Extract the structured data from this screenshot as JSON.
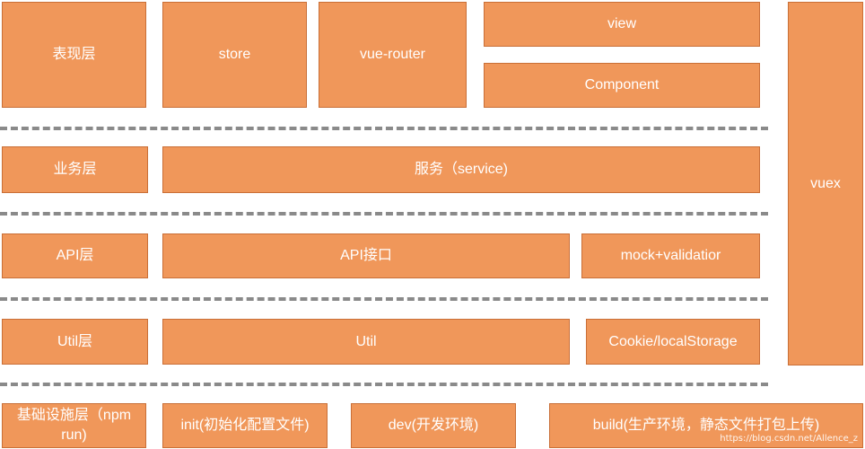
{
  "layers": {
    "presentation": "表现层",
    "business": "业务层",
    "api": "API层",
    "util": "Util层",
    "infra": "基础设施层（npm run)"
  },
  "presentation": {
    "store": "store",
    "router": "vue-router",
    "view": "view",
    "component": "Component"
  },
  "business": {
    "service": "服务（service)"
  },
  "api": {
    "interface": "API接口",
    "mock": "mock+validatior"
  },
  "util": {
    "util": "Util",
    "storage": "Cookie/localStorage"
  },
  "infra": {
    "init": "init(初始化配置文件)",
    "dev": "dev(开发环境)",
    "build": "build(生产环境，静态文件打包上传)"
  },
  "vuex": "vuex",
  "watermark": "https://blog.csdn.net/Allence_z"
}
